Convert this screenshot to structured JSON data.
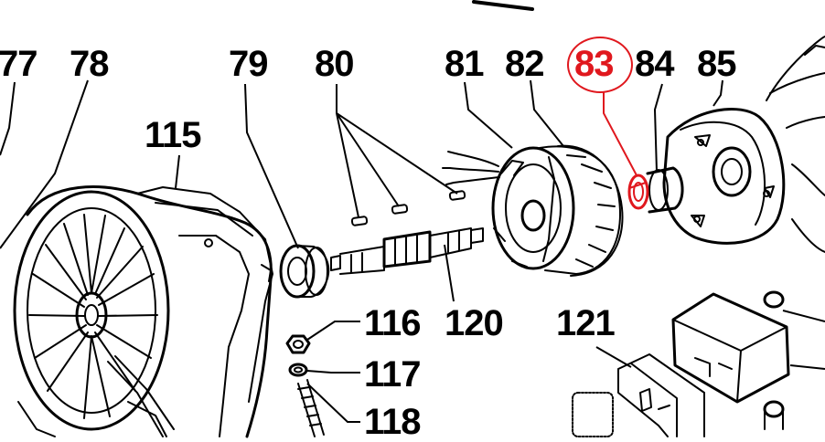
{
  "labels": {
    "l77": "77",
    "l78": "78",
    "l79": "79",
    "l80": "80",
    "l81": "81",
    "l82": "82",
    "l83": "83",
    "l84": "84",
    "l85": "85",
    "l115": "115",
    "l116": "116",
    "l117": "117",
    "l118": "118",
    "l120": "120",
    "l121": "121"
  },
  "highlight": {
    "label": "83",
    "color": "#e0181e"
  }
}
